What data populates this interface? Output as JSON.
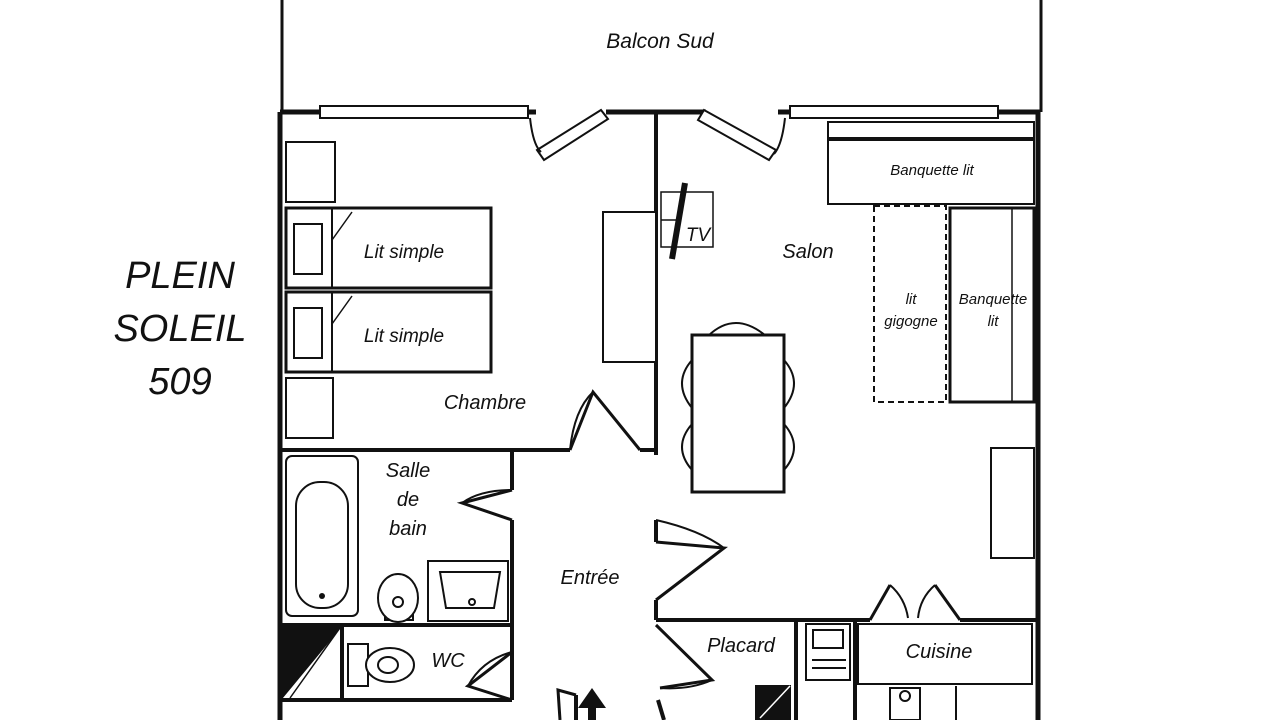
{
  "title": {
    "line1": "PLEIN",
    "line2": "SOLEIL",
    "line3": "509"
  },
  "rooms": {
    "balcon": "Balcon Sud",
    "chambre": "Chambre",
    "lit_simple_1": "Lit simple",
    "lit_simple_2": "Lit simple",
    "tv": "TV",
    "salon": "Salon",
    "banquette_lit_top": "Banquette lit",
    "lit_gigogne_1": "lit",
    "lit_gigogne_2": "gigogne",
    "banquette_1": "Banquette",
    "banquette_2": "lit",
    "salle_1": "Salle",
    "salle_2": "de",
    "salle_3": "bain",
    "entree": "Entrée",
    "wc": "WC",
    "placard": "Placard",
    "cuisine": "Cuisine"
  },
  "colors": {
    "wall": "#111111",
    "background": "#ffffff"
  }
}
